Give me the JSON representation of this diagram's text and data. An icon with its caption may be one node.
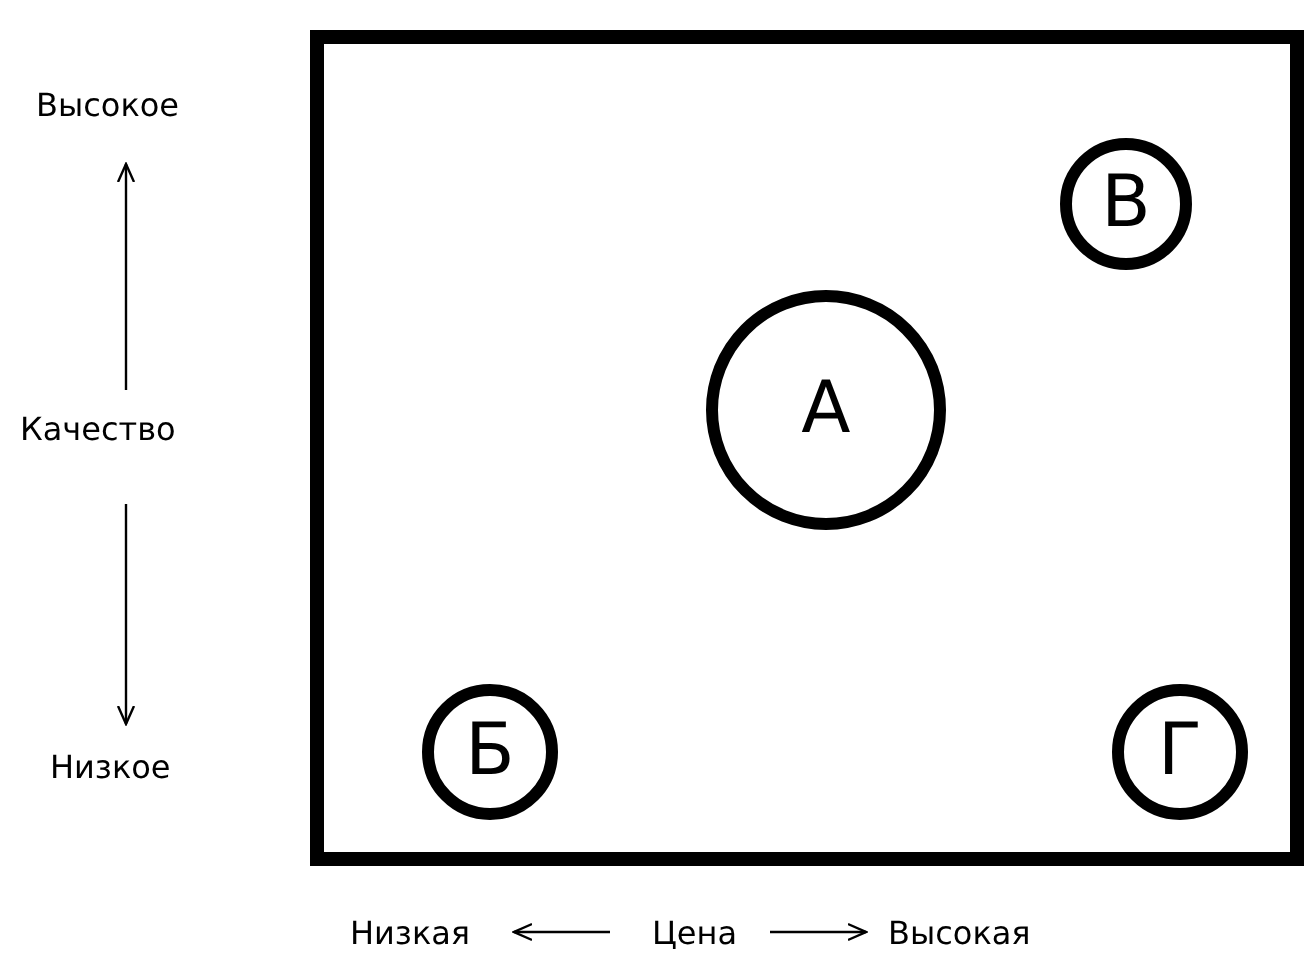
{
  "diagram": {
    "nodes": [
      {
        "text": [],
        "shape": "box"
      },
      {
        "text": [
          "В"
        ],
        "in": 0
      },
      {
        "text": [
          "А"
        ],
        "in": 0
      },
      {
        "text": [
          "Б"
        ],
        "in": 0
      },
      {
        "text": [
          "Г"
        ],
        "in": 0
      }
    ],
    "edges": [],
    "labels": [
      "Высокое",
      "Качество",
      "Низкое",
      "Низкая",
      "Цена",
      "Высокая"
    ]
  }
}
